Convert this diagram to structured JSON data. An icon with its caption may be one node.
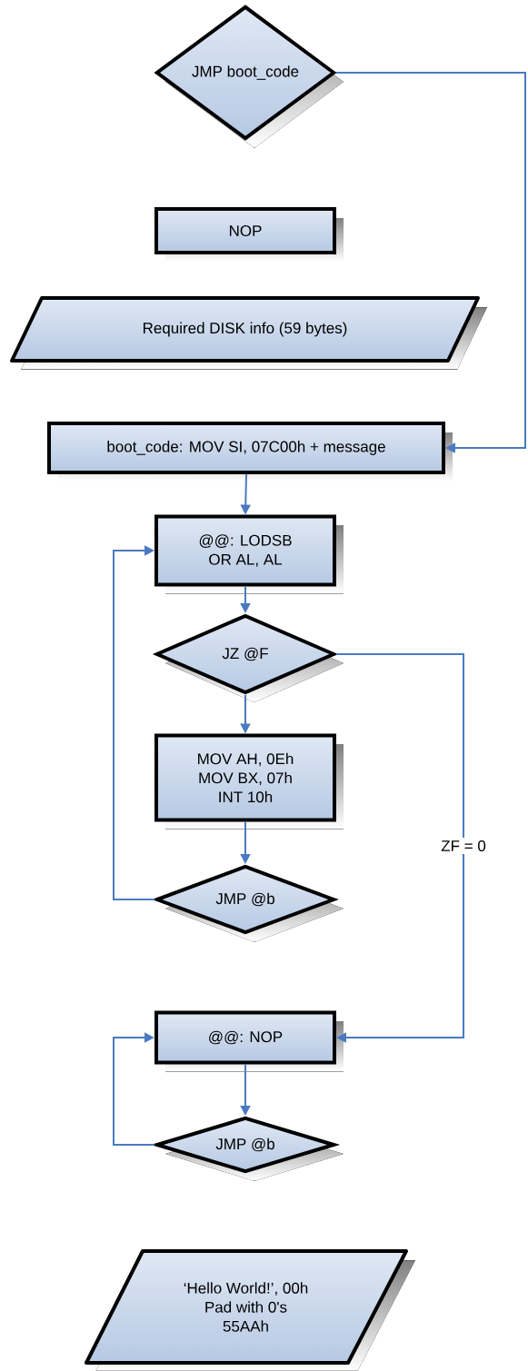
{
  "diagram": {
    "nodes": [
      {
        "text": [
          "JMP boot_code"
        ]
      },
      {
        "text": [
          "NOP"
        ]
      },
      {
        "text": [
          "Required DISK info (59 bytes)"
        ]
      },
      {
        "text": [
          "boot_code: MOV SI, 07C00h + message"
        ]
      },
      {
        "text": [
          "@@: LODSB",
          "OR AL, AL"
        ]
      },
      {
        "text": [
          "JZ @F"
        ]
      },
      {
        "text": [
          "MOV AH, 0Eh",
          "MOV BX, 07h",
          "INT 10h"
        ]
      },
      {
        "text": [
          "JMP @b"
        ]
      },
      {
        "text": [
          "@@: NOP"
        ]
      },
      {
        "text": [
          "JMP @b"
        ]
      },
      {
        "text": [
          "‘Hello World!’, 00h",
          "Pad with 0's",
          "55AAh"
        ]
      }
    ],
    "edges": [
      {
        "from": 0,
        "to": 3,
        "arrow": "to"
      },
      {
        "from": 3,
        "to": 4,
        "arrow": "to"
      },
      {
        "from": 4,
        "to": 5,
        "arrow": "to"
      },
      {
        "from": 5,
        "to": 6,
        "arrow": "to"
      },
      {
        "from": 6,
        "to": 7,
        "arrow": "to"
      },
      {
        "from": 7,
        "to": 4,
        "arrow": "to"
      },
      {
        "from": 5,
        "to": 8,
        "arrow": "to",
        "label": "ZF = 0"
      },
      {
        "from": 8,
        "to": 9,
        "arrow": "to"
      },
      {
        "from": 9,
        "to": 8,
        "arrow": "to"
      }
    ]
  }
}
